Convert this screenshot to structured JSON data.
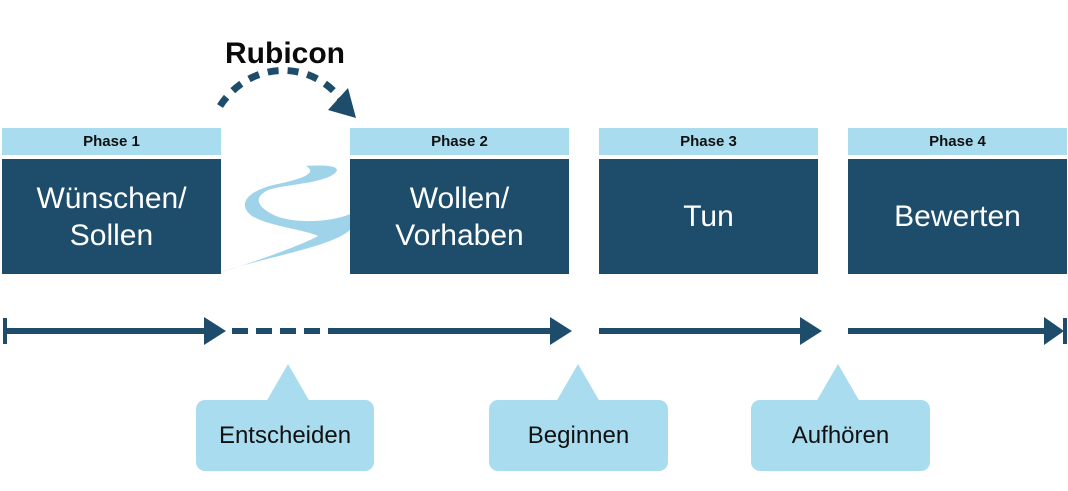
{
  "title": "Rubicon",
  "phases": [
    {
      "header": "Phase 1",
      "label": "Wünschen/\nSollen"
    },
    {
      "header": "Phase 2",
      "label": "Wollen/\nVorhaben"
    },
    {
      "header": "Phase 3",
      "label": "Tun"
    },
    {
      "header": "Phase 4",
      "label": "Bewerten"
    }
  ],
  "transitions": [
    "Entscheiden",
    "Beginnen",
    "Aufhören"
  ],
  "colors": {
    "dark_blue": "#1e4d6b",
    "light_blue": "#a9dcef",
    "river": "#9fd3ea",
    "text_dark": "#111111"
  }
}
